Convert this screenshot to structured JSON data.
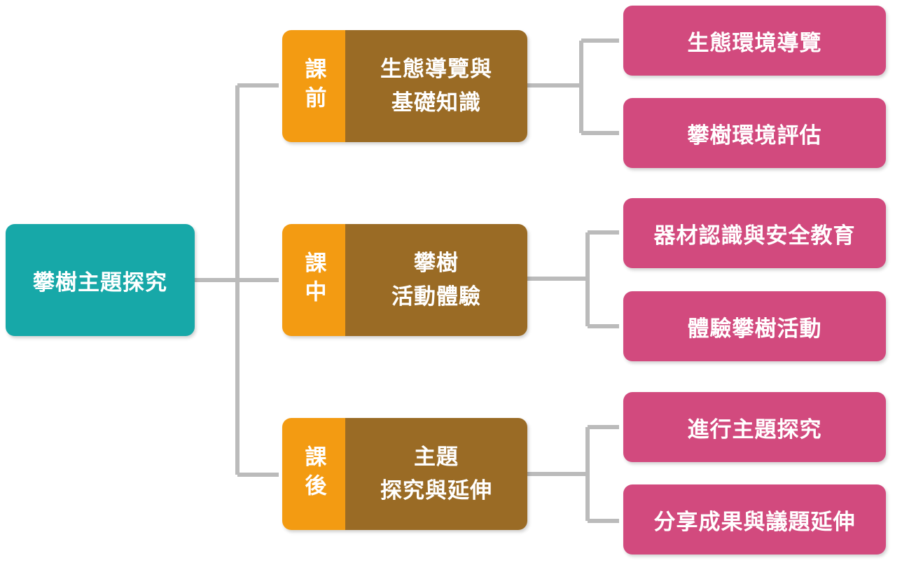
{
  "diagram": {
    "root": {
      "label": "攀樹主題探究"
    },
    "phases": [
      {
        "tag": "課前",
        "title_line1": "生態導覽與",
        "title_line2": "基礎知識",
        "children": [
          "生態環境導覽",
          "攀樹環境評估"
        ]
      },
      {
        "tag": "課中",
        "title_line1": "攀樹",
        "title_line2": "活動體驗",
        "children": [
          "器材認識與安全教育",
          "體驗攀樹活動"
        ]
      },
      {
        "tag": "課後",
        "title_line1": "主題",
        "title_line2": "探究與延伸",
        "children": [
          "進行主題探究",
          "分享成果與議題延伸"
        ]
      }
    ]
  },
  "colors": {
    "root": "#17a8a8",
    "phase_tag": "#f39b12",
    "phase_title": "#9a6b25",
    "leaf": "#d24a7e",
    "connector": "#bbbbbb"
  }
}
